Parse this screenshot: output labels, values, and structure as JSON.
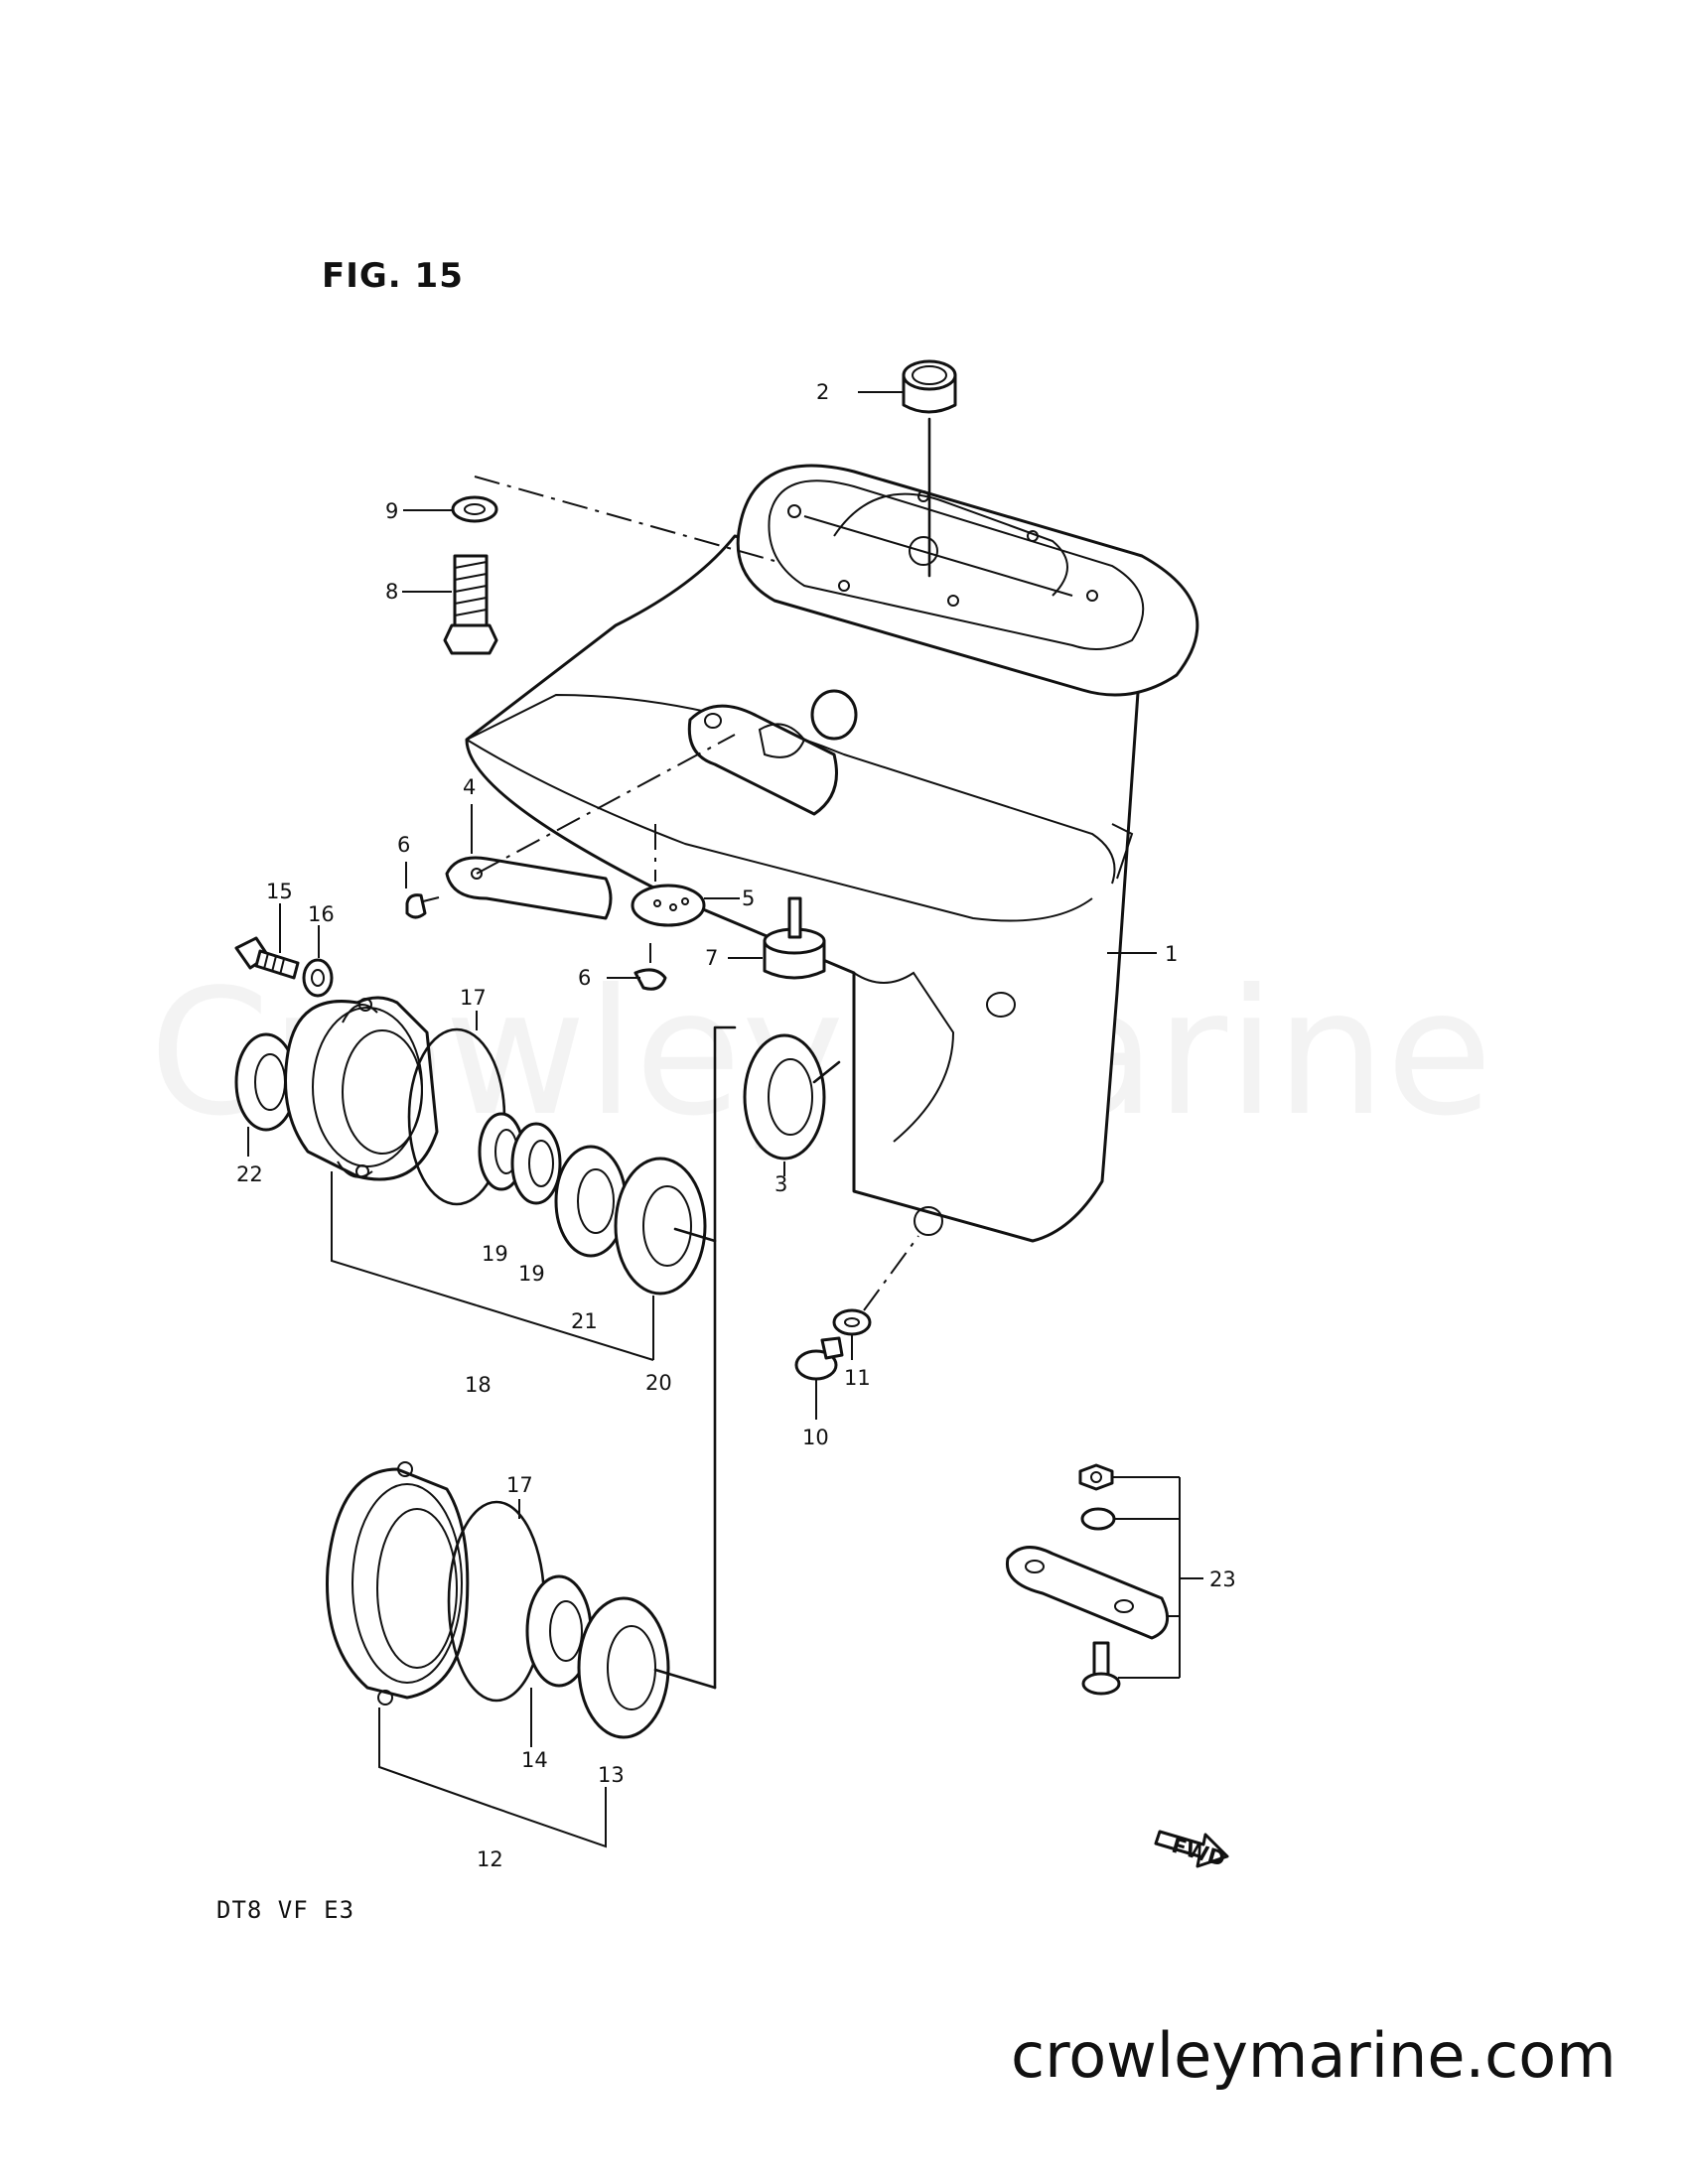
{
  "figure": {
    "title": "FIG. 15",
    "model": "DT8 VF E3",
    "website": "crowleymarine.com",
    "watermark": "Crowley Marine",
    "fwd_label": "FWD"
  },
  "callouts": [
    "1",
    "2",
    "3",
    "4",
    "5",
    "6",
    "6",
    "7",
    "8",
    "9",
    "10",
    "11",
    "12",
    "13",
    "14",
    "15",
    "16",
    "17",
    "17",
    "18",
    "19",
    "19",
    "20",
    "21",
    "22",
    "23"
  ]
}
